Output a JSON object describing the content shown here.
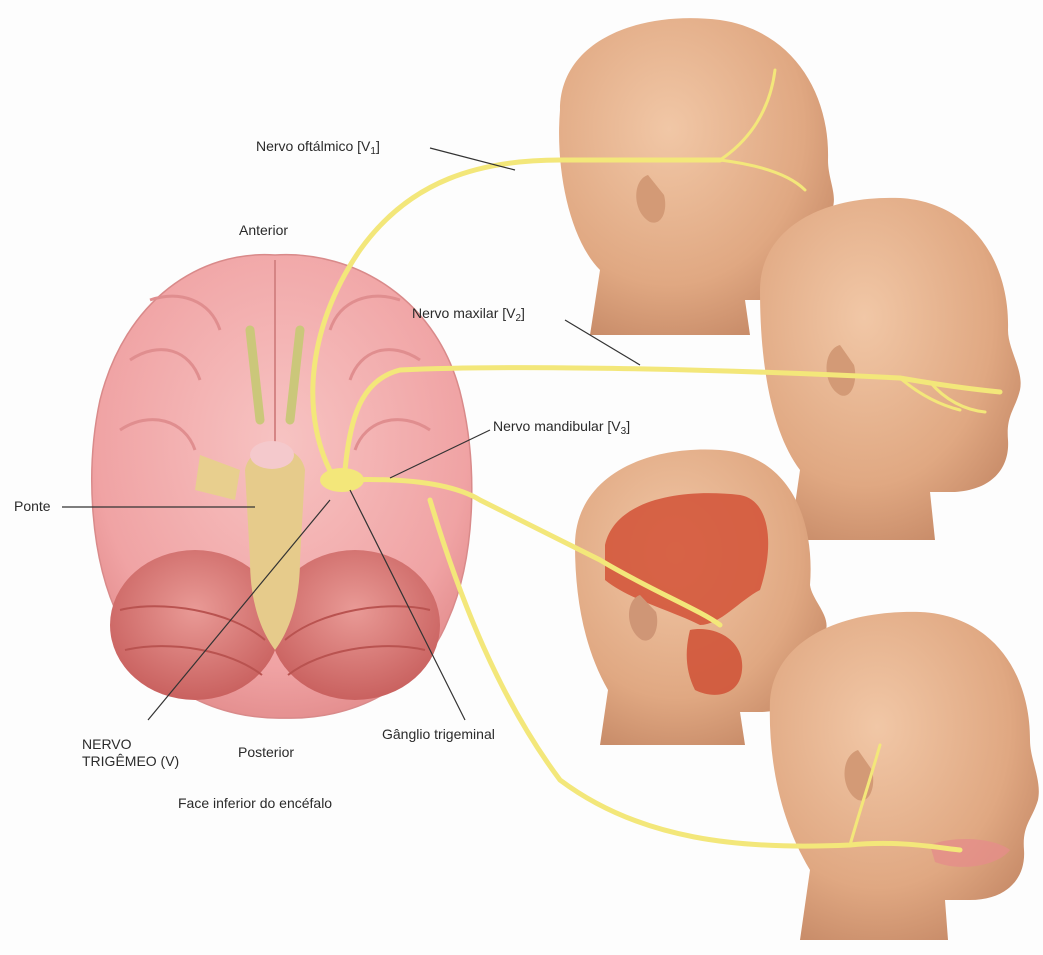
{
  "labels": {
    "ophthalmic_pre": "Nervo oftálmico [V",
    "ophthalmic_sub": "1",
    "ophthalmic_post": "]",
    "maxillary_pre": "Nervo maxilar [V",
    "maxillary_sub": "2",
    "maxillary_post": "]",
    "mandibular_pre": "Nervo mandibular [V",
    "mandibular_sub": "3",
    "mandibular_post": "]",
    "anterior": "Anterior",
    "ponte": "Ponte",
    "trigeminal_nerve_line1": "NERVO",
    "trigeminal_nerve_line2": "TRIGÊMEO (V)",
    "posterior": "Posterior",
    "ganglion": "Gânglio trigeminal",
    "caption": "Face inferior do encéfalo"
  },
  "colors": {
    "nerve": "#f3e77a",
    "brain": "#f2a6a8",
    "cerebellum": "#d96f6f",
    "brainstem": "#e8cf8e",
    "skin": "#e6b48f",
    "muscle": "#d65a3a",
    "leader_line": "#333333"
  }
}
